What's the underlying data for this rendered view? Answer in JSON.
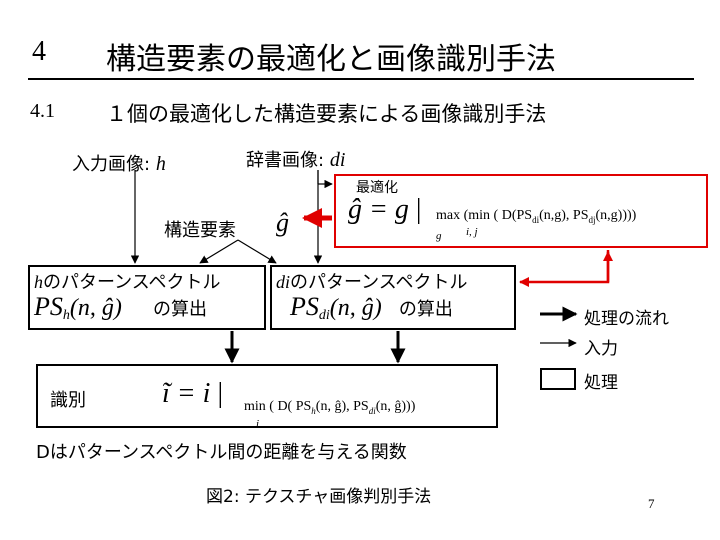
{
  "heading": {
    "number": "4",
    "title": "構造要素の最適化と画像識別手法"
  },
  "subheading": {
    "number": "4.1",
    "title": "１個の最適化した構造要素による画像識別手法"
  },
  "inputs": {
    "input_label": "入力画像:",
    "input_symbol": "h",
    "dict_label": "辞書画像:",
    "dict_symbol": "di"
  },
  "optimize": {
    "label": "最適化",
    "formula_lhs": "ĝ = g",
    "formula_sub": "max (min ( D(PS",
    "formula_sub2": "(n,g), PS",
    "formula_sub3": "(n,g))))",
    "sub_g": "g",
    "sub_ij": "i, j",
    "sub_di": "di",
    "sub_dj": "dj"
  },
  "struct_elem": {
    "label": "構造要素",
    "symbol": "ĝ"
  },
  "box_h": {
    "line1_sym": "h",
    "line1_text": "のパターンスペクトル",
    "formula": "PS",
    "formula_sub": "h",
    "formula_args": "(n, ĝ)",
    "suffix": "の算出"
  },
  "box_d": {
    "line1_sym": "di",
    "line1_text": "のパターンスペクトル",
    "formula": "PS",
    "formula_sub": "di",
    "formula_args": "(n, ĝ)",
    "suffix": "の算出"
  },
  "identify": {
    "label": "識別",
    "formula_lhs": "ĩ = i",
    "formula_sub": "min ( D( PS",
    "formula_sub_h": "h",
    "formula_mid": "(n, ĝ), PS",
    "formula_sub_di": "di",
    "formula_end": "(n, ĝ)))",
    "sub_i": "i"
  },
  "note": "Dはパターンスペクトル間の距離を与える関数",
  "caption": "図2: テクスチャ画像判別手法",
  "legend": {
    "flow": "処理の流れ",
    "input": "入力",
    "process": "処理"
  },
  "page_number": "7",
  "colors": {
    "accent_red": "#e00000",
    "black": "#000000"
  }
}
